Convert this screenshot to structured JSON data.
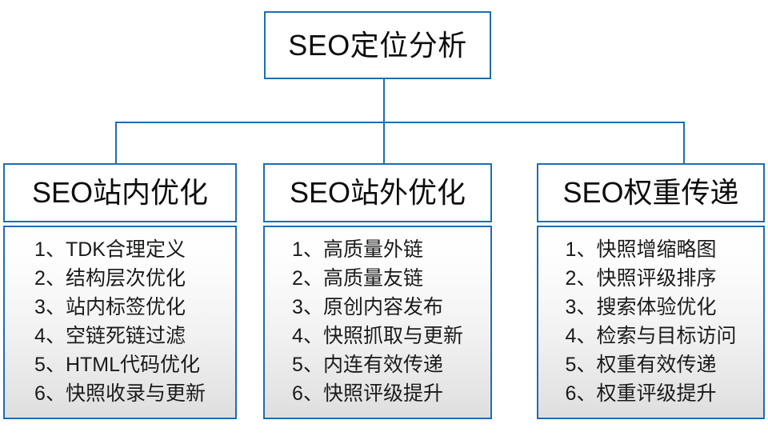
{
  "diagram": {
    "root": {
      "label": "SEO定位分析"
    },
    "branches": [
      {
        "header": "SEO站内优化",
        "items": [
          "1、TDK合理定义",
          "2、结构层次优化",
          "3、站内标签优化",
          "4、空链死链过滤",
          "5、HTML代码优化",
          "6、快照收录与更新"
        ]
      },
      {
        "header": "SEO站外优化",
        "items": [
          "1、高质量外链",
          "2、高质量友链",
          "3、原创内容发布",
          "4、快照抓取与更新",
          "5、内连有效传递",
          "6、快照评级提升"
        ]
      },
      {
        "header": "SEO权重传递",
        "items": [
          "1、快照增缩略图",
          "2、快照评级排序",
          "3、搜索体验优化",
          "4、检索与目标访问",
          "5、权重有效传递",
          "6、权重评级提升"
        ]
      }
    ],
    "colors": {
      "border": "#1C6EB4",
      "text": "#0d0d0d",
      "body_gradient_top": "#ffffff",
      "body_gradient_bottom": "#dedede",
      "background": "#ffffff"
    }
  }
}
